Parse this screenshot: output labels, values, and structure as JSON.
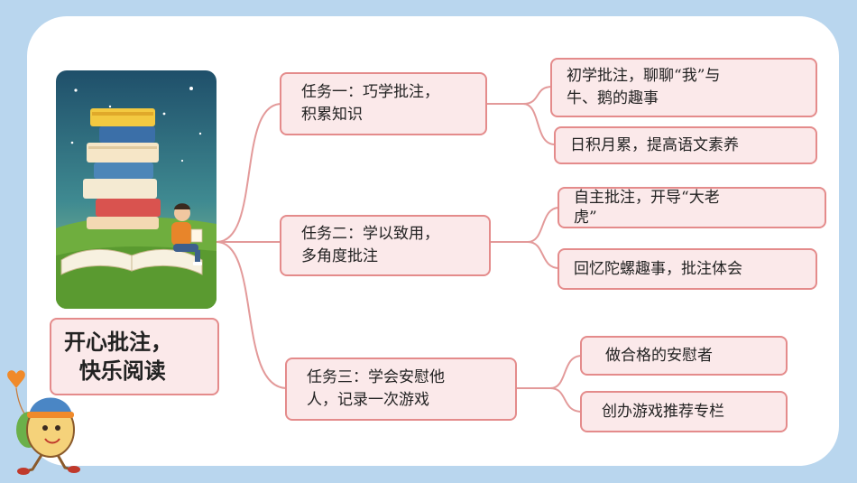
{
  "root": {
    "title": "开心批注，\n  快乐阅读"
  },
  "tasks": [
    {
      "label": "任务一：巧学批注，\n积累知识",
      "subs": [
        "初学批注，聊聊“我”与\n牛、鹅的趣事",
        "日积月累，提高语文素养"
      ]
    },
    {
      "label": "任务二：学以致用，\n多角度批注",
      "subs": [
        "自主批注，开导“大老\n虎”",
        "回忆陀螺趣事，批注体会"
      ]
    },
    {
      "label": "任务三：学会安慰他\n人，记录一次游戏",
      "subs": [
        "做合格的安慰者",
        "创办游戏推荐专栏"
      ]
    }
  ],
  "colors": {
    "background": "#b9d6ee",
    "card": "#ffffff",
    "node_fill": "#fbe9ea",
    "node_border": "#e48b8b",
    "line": "#e39a9a"
  },
  "illustration": {
    "icon": "books-reading-icon"
  },
  "mascot": {
    "icon": "walking-mascot-icon"
  }
}
